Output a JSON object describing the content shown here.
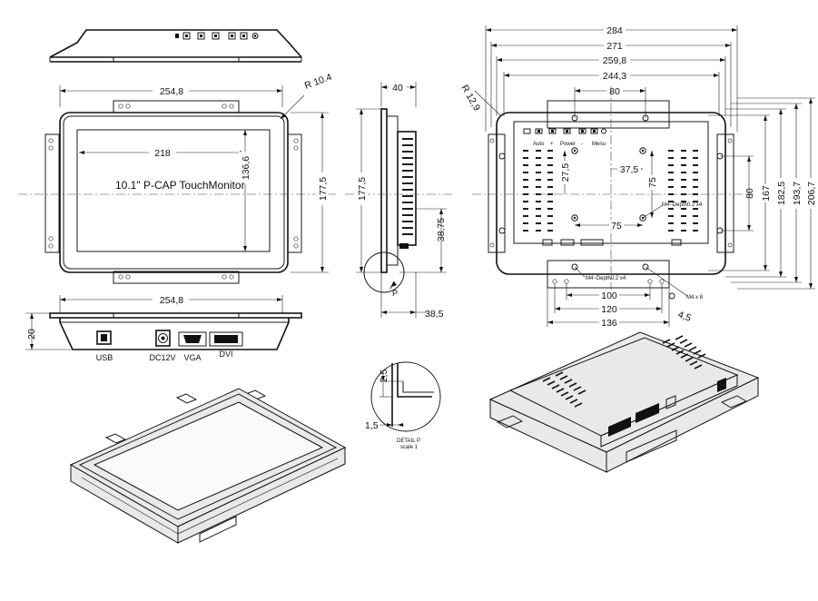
{
  "title_label": "10.1\" P-CAP TouchMonitor",
  "dimensions": {
    "front_width": "254,8",
    "corner_radius": "R 10.4",
    "active_width": "218",
    "active_height": "136,6",
    "front_height": "177,5",
    "side_depth": "40",
    "side_height": "177,5",
    "side_offset": "38,75",
    "side_bottom_depth": "38,5",
    "bottom_width": "254,8",
    "bottom_height": "20",
    "rear_284": "284",
    "rear_271": "271",
    "rear_259": "259,8",
    "rear_244": "244,3",
    "rear_80_top": "80",
    "rear_radius": "R 12,9",
    "rear_37": "37,5",
    "rear_27": "27,5",
    "rear_75_v": "75",
    "rear_75_h": "75",
    "rear_80_right": "80",
    "rear_167": "167",
    "rear_182": "182,5",
    "rear_193": "193,7",
    "rear_206": "206,7",
    "rear_100": "100",
    "rear_120": "120",
    "rear_136": "136",
    "rear_45": "4,5",
    "detail_25": "2,5",
    "detail_15": "1,5"
  },
  "port_labels": {
    "usb": "USB",
    "dc": "DC12V",
    "vga": "VGA",
    "dvi": "DVI"
  },
  "button_labels": {
    "auto": "Auto",
    "plus": "+",
    "power": "Power",
    "minus": "-",
    "menu": "Menu"
  },
  "notes": {
    "m4_depth_a": "M4~Depth0.2 x4",
    "m4_depth_b": "M4~Depth0.2 x4",
    "m4_x8": "M4 x 8",
    "detail_p": "DETAIL P",
    "detail_scale": "scale 1",
    "p_marker": "P"
  }
}
